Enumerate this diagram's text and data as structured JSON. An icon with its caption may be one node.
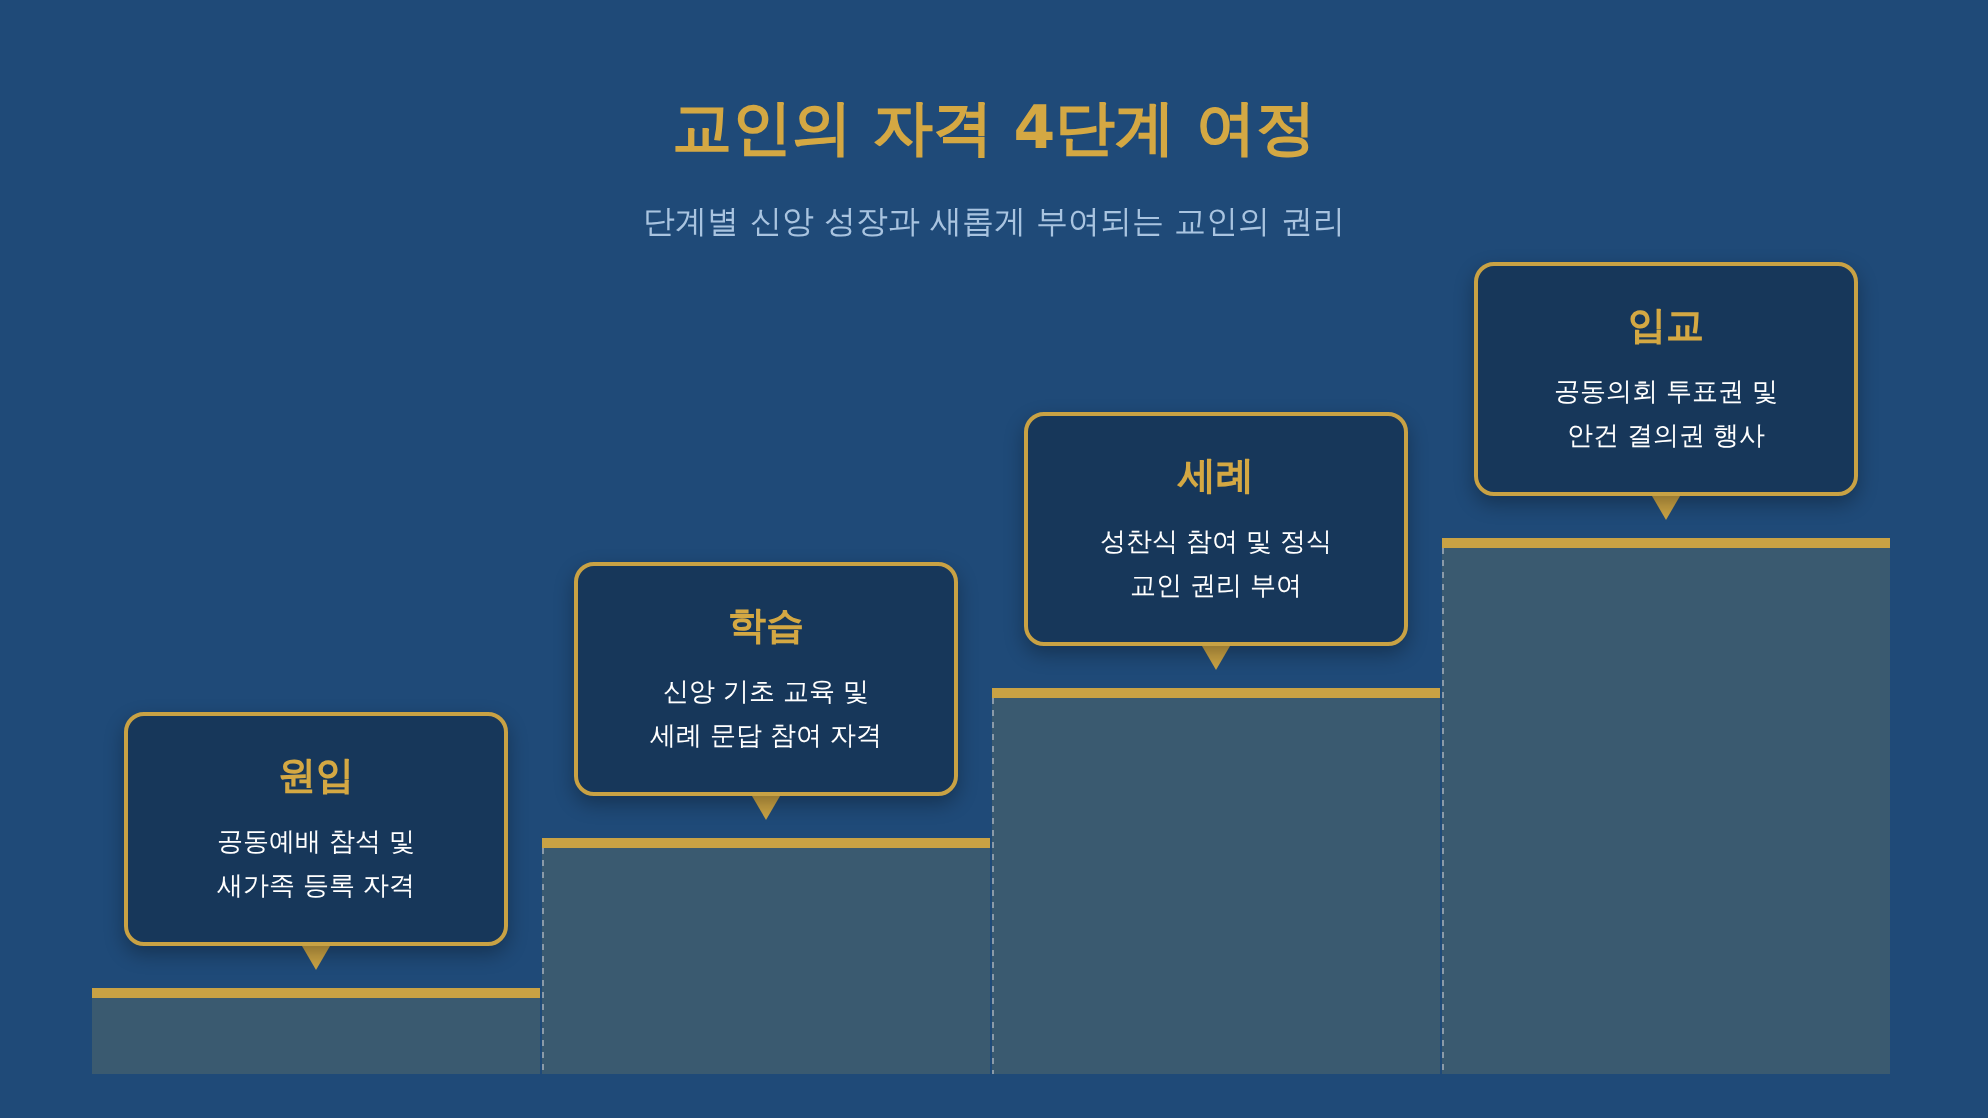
{
  "diagram": {
    "title": "교인의 자격 4단계 여정",
    "caption": "단계별 신앙 성장과 새롭게 부여되는 교인의 권리",
    "nodes": [
      {
        "text": [
          "원입",
          "공동예배 참석 및 새가족 등록 자격"
        ]
      },
      {
        "text": [
          "학습",
          "신앙 기초 교육 및 세례 문답 참여 자격"
        ]
      },
      {
        "text": [
          "세례",
          "성찬식 참여 및 정식 교인 권리 부여"
        ]
      },
      {
        "text": [
          "입교",
          "공동의회 투표권 및 안건 결의권 행사"
        ]
      },
      {
        "text": [],
        "shape": "box"
      },
      {
        "text": [],
        "shape": "box"
      },
      {
        "text": [],
        "shape": "box"
      },
      {
        "text": [],
        "shape": "box"
      }
    ],
    "edges": [
      {
        "from": 0,
        "to": 4,
        "arrow": "to"
      },
      {
        "from": 1,
        "to": 5,
        "arrow": "to"
      },
      {
        "from": 2,
        "to": 6,
        "arrow": "to"
      },
      {
        "from": 3,
        "to": 7,
        "arrow": "to"
      }
    ]
  }
}
